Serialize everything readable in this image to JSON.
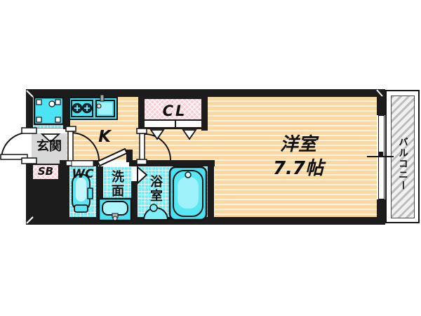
{
  "floorplan": {
    "rooms": {
      "entrance": {
        "label": "玄関"
      },
      "shoe_box": {
        "label": "SB"
      },
      "toilet": {
        "label": "WC"
      },
      "washroom": {
        "label": "洗面"
      },
      "bathroom": {
        "label": "浴室"
      },
      "kitchen": {
        "label": "K"
      },
      "closet": {
        "label": "CL"
      },
      "main_room": {
        "label": "洋室",
        "size": "7.7帖"
      },
      "balcony": {
        "label": "バルコニー"
      }
    },
    "icons": [
      "washing-machine-pan-icon",
      "stove-icon",
      "kitchen-sink-icon",
      "toilet-icon",
      "washbasin-icon",
      "bathtub-icon",
      "bath-counter-icon",
      "entrance-door-arc-icon",
      "kitchen-door-arc-icon",
      "room-door-arc-icon",
      "washroom-door-icon",
      "bathroom-folding-door-icon",
      "closet-door-marker-icon",
      "step-marker-icon",
      "window-icon"
    ],
    "colors": {
      "wall": "#1c1c1c",
      "wood_floor": "#fbd8a2",
      "wood_stripe": "#fff2da",
      "tile_cyan": "#74edf6",
      "fixture_cyan": "#4ce3f3",
      "closet_pink": "#f6ced6",
      "entrance_gray": "#d8d8d8",
      "balcony_hatch": "#bdbdbd",
      "outline": "#141414"
    }
  }
}
